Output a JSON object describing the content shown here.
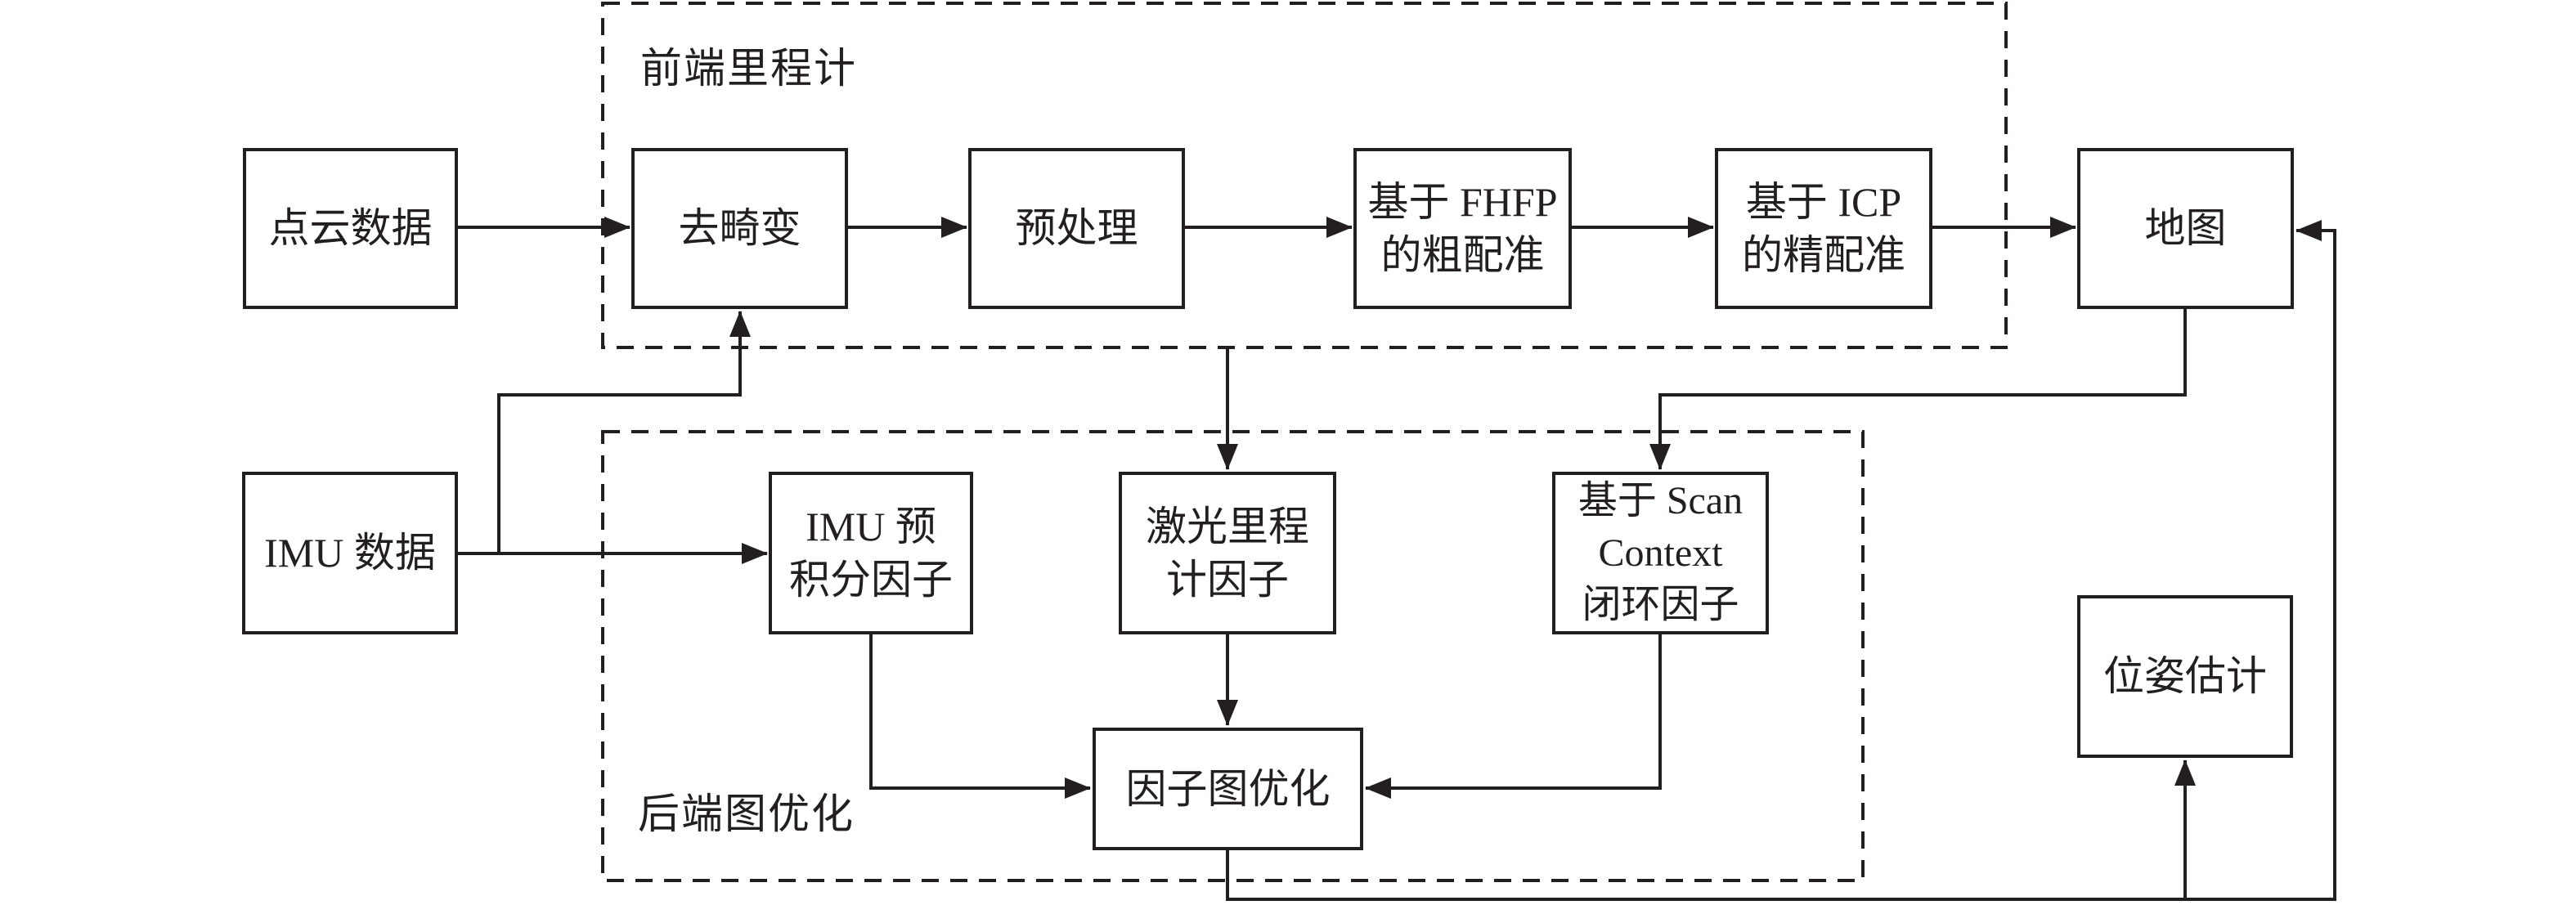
{
  "diagram": {
    "description": "LiDAR-IMU SLAM system architecture flowchart",
    "groups": {
      "frontend": {
        "label": "前端里程计"
      },
      "backend": {
        "label": "后端图优化"
      }
    },
    "nodes": {
      "point_cloud": {
        "label": "点云数据"
      },
      "deskew": {
        "label": "去畸变"
      },
      "preprocess": {
        "label": "预处理"
      },
      "fhfp_coarse": {
        "line1": "基于 FHFP",
        "line2": "的粗配准"
      },
      "icp_fine": {
        "line1": "基于 ICP",
        "line2": "的精配准"
      },
      "map": {
        "label": "地图"
      },
      "imu_data": {
        "label": "IMU 数据"
      },
      "imu_preint": {
        "line1": "IMU 预",
        "line2": "积分因子"
      },
      "lidar_odom": {
        "line1": "激光里程",
        "line2": "计因子"
      },
      "scan_context": {
        "line1": "基于 Scan",
        "line2": "Context",
        "line3": "闭环因子"
      },
      "factor_graph": {
        "label": "因子图优化"
      },
      "pose_est": {
        "label": "位姿估计"
      }
    },
    "colors": {
      "line": "#231f20",
      "background": "#ffffff"
    }
  }
}
